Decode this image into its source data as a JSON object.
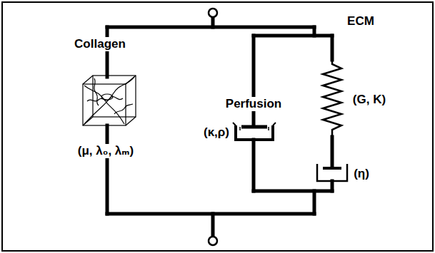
{
  "diagram": {
    "labels": [
      "Collagen",
      "ECM",
      "Perfusion",
      "(κ,ρ)",
      "(G, K)",
      "(η)",
      "(μ, λ₀, λₘ)"
    ]
  }
}
